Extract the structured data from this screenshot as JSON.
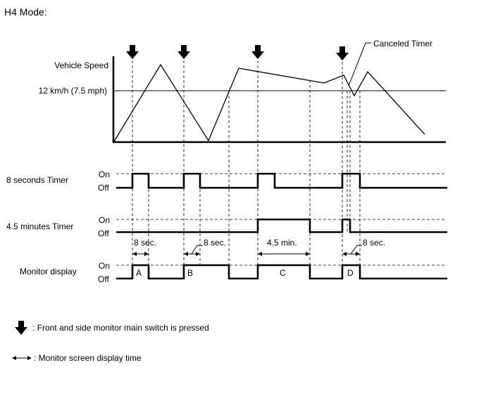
{
  "title": "H4 Mode:",
  "speed_chart": {
    "ylabel": "Vehicle Speed",
    "threshold_label": "12 km/h (7.5 mph)",
    "callout": "Canceled Timer"
  },
  "signals": {
    "timer8": {
      "label": "8 seconds Timer",
      "on": "On",
      "off": "Off"
    },
    "timer45": {
      "label": "4.5 minutes Timer",
      "on": "On",
      "off": "Off"
    },
    "monitor": {
      "label": "Monitor display",
      "on": "On",
      "off": "Off"
    }
  },
  "durations": {
    "d1": "8 sec.",
    "d2": "8 sec.",
    "d3": "4.5 min.",
    "d4": "8 sec."
  },
  "segments": {
    "a": "A",
    "b": "B",
    "c": "C",
    "d": "D"
  },
  "legend": {
    "arrow_text": ": Front and side monitor main switch is pressed",
    "double_arrow_text": ": Monitor screen display time"
  }
}
